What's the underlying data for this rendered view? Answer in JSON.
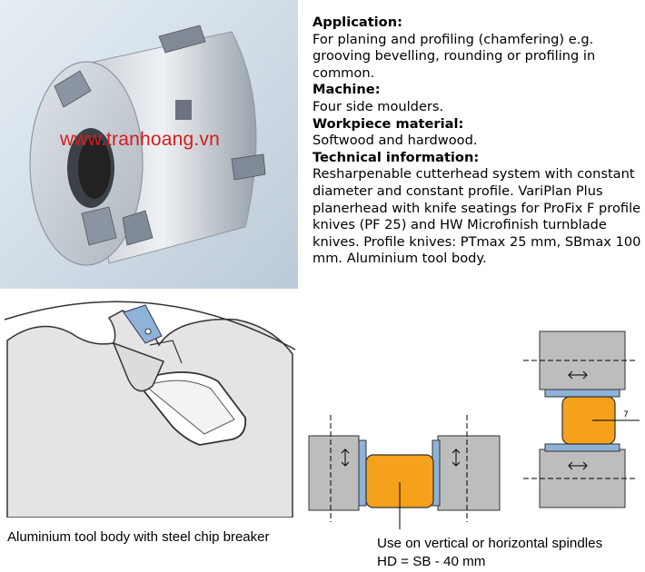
{
  "photo": {
    "watermark": "www.tranhoang.vn"
  },
  "spec": {
    "application_heading": "Application:",
    "application_text": "For planing and profiling (chamfering) e.g. grooving bevelling, rounding or profiling in common.",
    "machine_heading": "Machine:",
    "machine_text": "Four side moulders.",
    "workpiece_heading": "Workpiece material:",
    "workpiece_text": "Softwood and hardwood.",
    "technical_heading": "Technical information:",
    "technical_text": "Resharpenable cutterhead system with constant diameter and constant profile. VariPlan Plus planerhead with knife seatings for ProFix F profile knives (PF 25) and HW Microfinish turnblade knives. Profile knives: PTmax 25 mm, SBmax 100 mm. Aluminium tool body."
  },
  "captions": {
    "left": "Aluminium tool body with steel chip breaker",
    "right_line1": "Use on vertical or horizontal spindles",
    "right_line2": "HD = SB - 40 mm"
  },
  "colors": {
    "workpiece_orange": "#f6a11c",
    "spindle_gray": "#bdbdbd",
    "knife_blue": "#8fb2d8",
    "tool_body_gray": "#e4e4e4"
  },
  "diagram_marks": {
    "seven": "7"
  }
}
